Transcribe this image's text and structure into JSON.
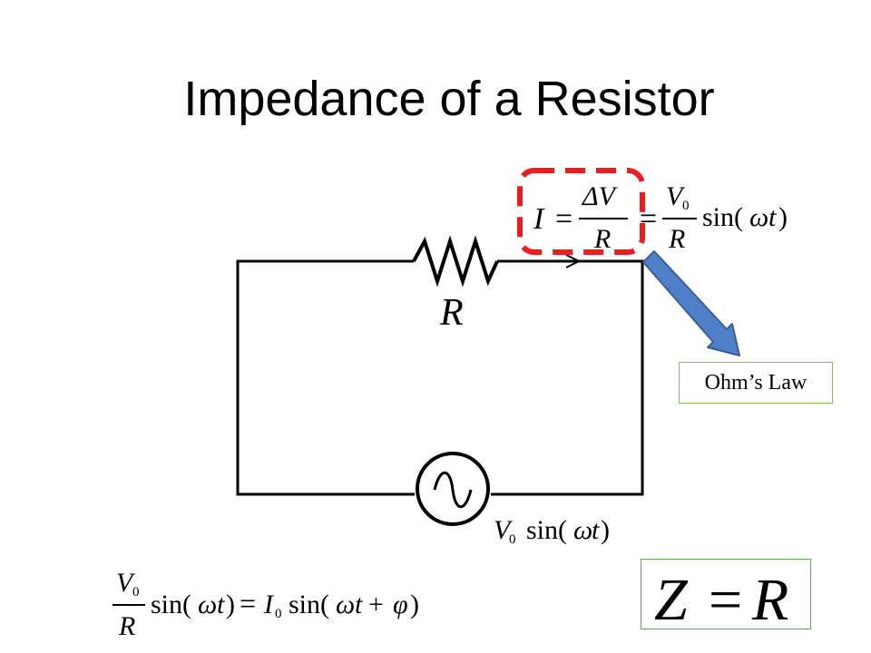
{
  "slide": {
    "title": "Impedance of a Resistor"
  },
  "circuit": {
    "resistor_label": "R",
    "source_amplitude": "V",
    "source_amplitude_sub": "0",
    "source_function": "sin(",
    "source_omega": "ω",
    "source_t": "t",
    "source_close": ")"
  },
  "top_equation": {
    "lhs": "I",
    "equals": "=",
    "frac1_num": "ΔV",
    "frac1_den": "R",
    "frac2_num": "V",
    "frac2_num_sub": "0",
    "frac2_den": "R",
    "sin": "sin(",
    "omega": "ω",
    "t": "t",
    "close": ")"
  },
  "callout": {
    "label": "Ohm’s Law"
  },
  "bottom_equation": {
    "frac_num": "V",
    "frac_num_sub": "0",
    "frac_den": "R",
    "sin1": "sin(",
    "omega1": "ω",
    "t1": "t",
    "close1": ")",
    "equals": "=",
    "rhs_amp": "I",
    "rhs_amp_sub": "0",
    "sin2": "sin(",
    "omega2": "ω",
    "t2": "t",
    "plus": "+",
    "phi": "φ",
    "close2": ")"
  },
  "result": {
    "lhs": "Z",
    "equals": "=",
    "rhs": "R"
  },
  "colors": {
    "highlight_dash": "#ee1c1c",
    "arrow_fill": "#4f7fc7",
    "arrow_stroke": "#3a5f96",
    "ohm_border": "#7fbf5f",
    "z_border": "#5fb04f"
  }
}
